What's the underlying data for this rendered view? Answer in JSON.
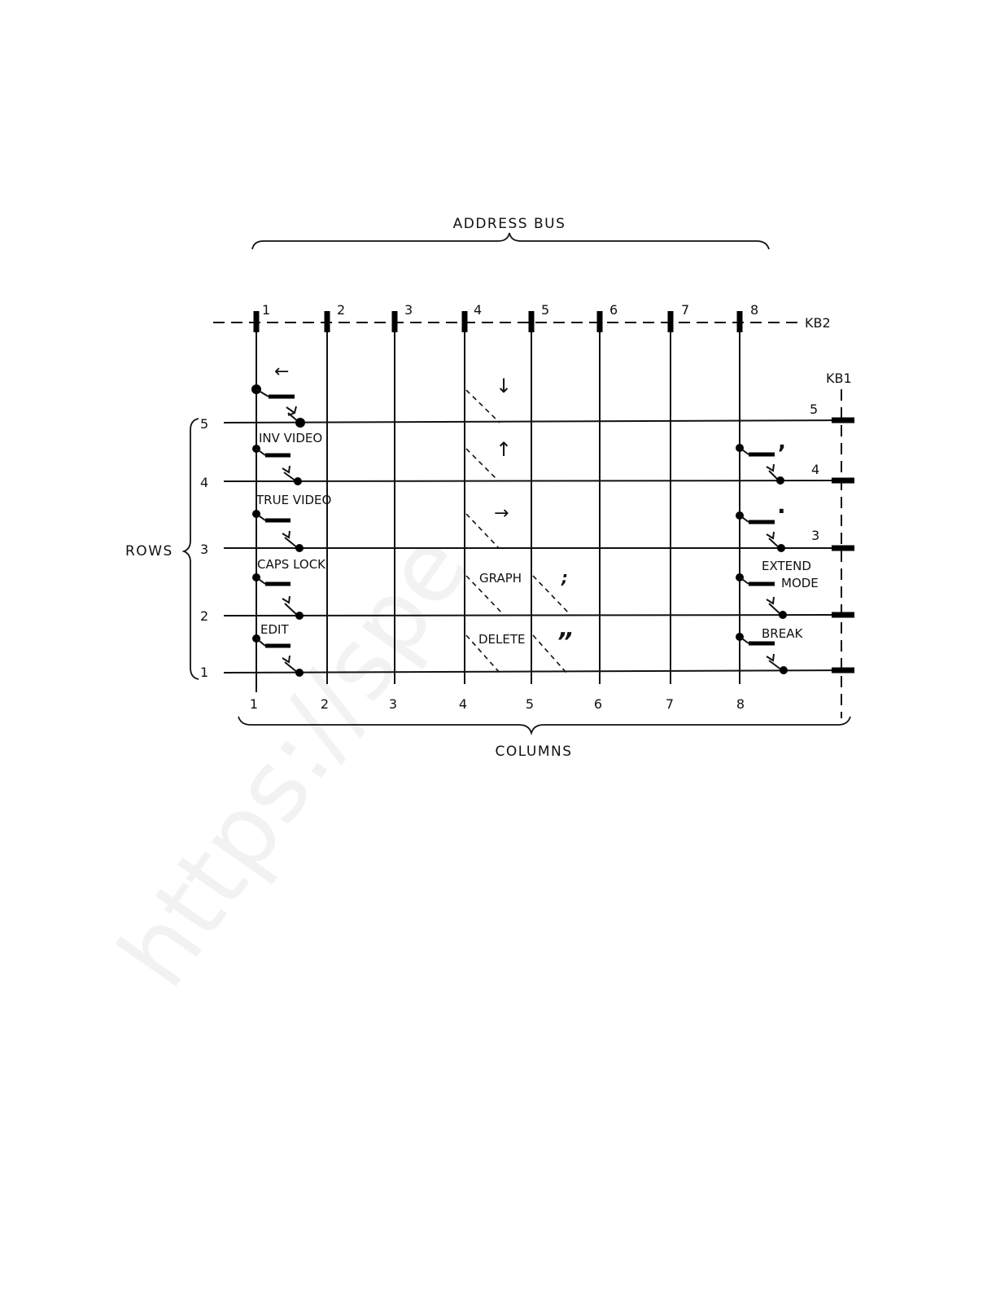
{
  "diagram": {
    "address_bus_label": "ADDRESS BUS",
    "columns_label": "COLUMNS",
    "rows_label": "ROWS",
    "kb2_label": "KB2",
    "kb1_label": "KB1",
    "watermark": "https://spe",
    "column_numbers": [
      "1",
      "2",
      "3",
      "4",
      "5",
      "6",
      "7",
      "8"
    ],
    "row_numbers": [
      "5",
      "4",
      "3",
      "2",
      "1"
    ],
    "kb1_row_numbers": [
      "5",
      "4",
      "3"
    ],
    "keys_column_1": [
      "←",
      "INV VIDEO",
      "TRUE VIDEO",
      "CAPS LOCK",
      "EDIT"
    ],
    "keys_column_4": [
      "↓",
      "↑",
      "→",
      "GRAPH",
      "DELETE"
    ],
    "keys_column_5": [
      ";",
      "”"
    ],
    "keys_column_8": [
      ",",
      ".",
      "EXTEND",
      "MODE",
      "BREAK"
    ]
  }
}
